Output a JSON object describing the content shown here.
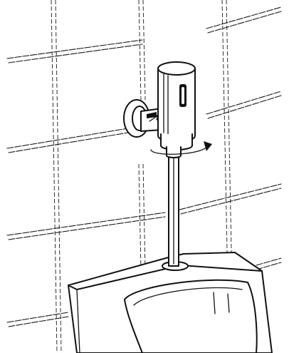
{
  "figure": {
    "subject": "urinal-flush-valve-installation",
    "icons": [
      "wall-tile-grid",
      "sensor-flush-valve",
      "wall-flange",
      "flush-pipe",
      "rotation-arrow",
      "urinal-bowl"
    ],
    "colors": {
      "ink": "#111111",
      "background": "#ffffff"
    }
  }
}
